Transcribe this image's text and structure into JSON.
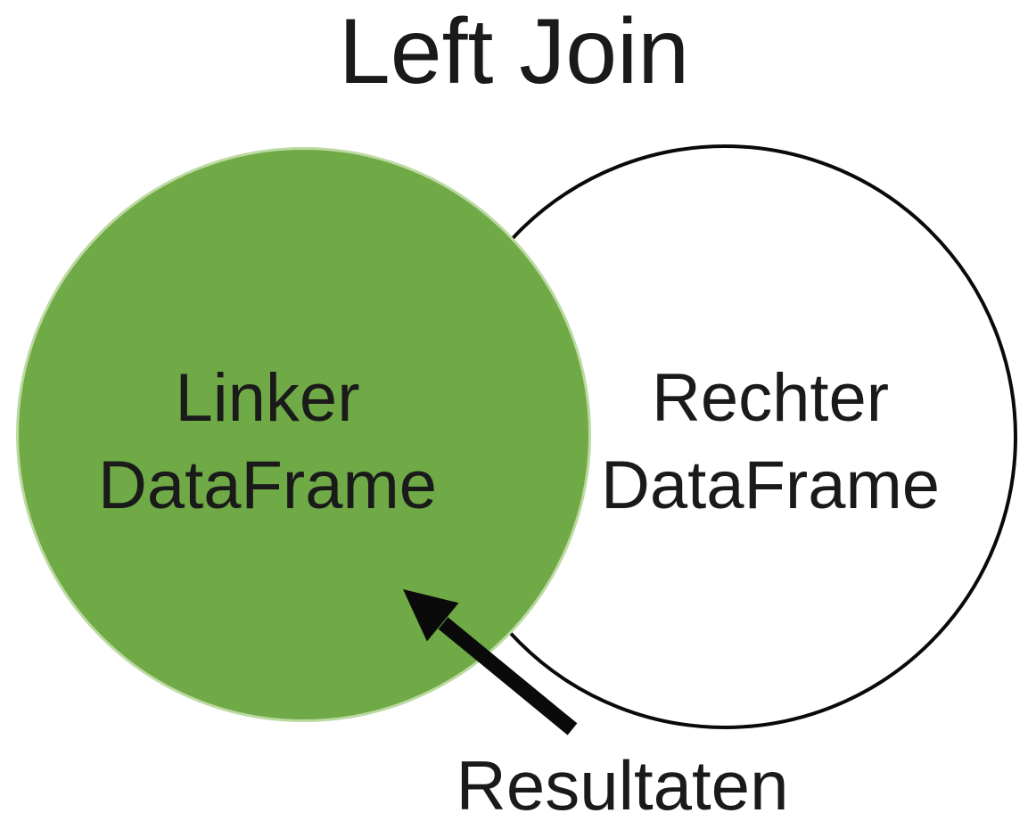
{
  "title": "Left Join",
  "venn": {
    "left_circle": {
      "label_lines": [
        "Linker",
        "DataFrame"
      ],
      "fill": "#6FAA46",
      "rim": "#BCD9A2"
    },
    "right_circle": {
      "label_lines": [
        "Rechter",
        "DataFrame"
      ],
      "stroke": "#0A0A0A"
    },
    "arrow_label": "Resultaten",
    "arrow_color": "#0A0A0A"
  },
  "colors": {
    "background": "#FFFFFF",
    "text": "#1A1A1A"
  }
}
